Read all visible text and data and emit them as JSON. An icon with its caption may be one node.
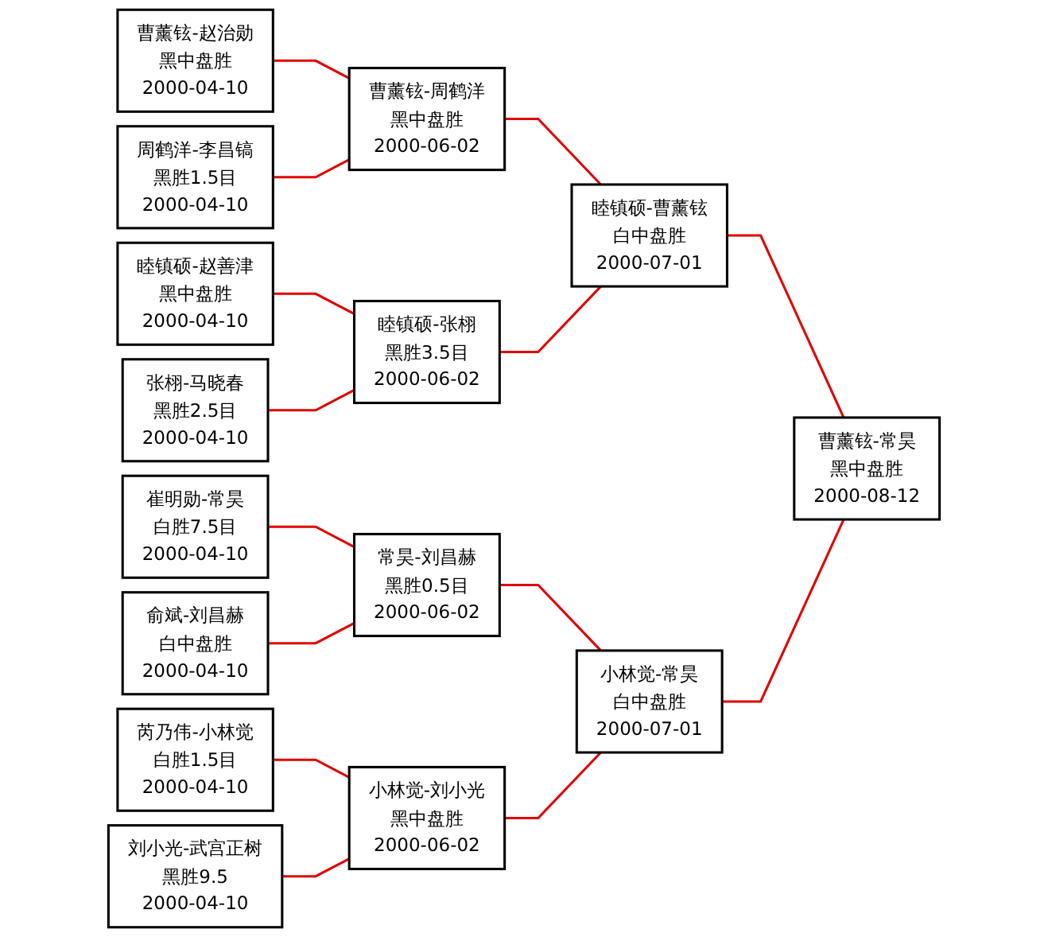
{
  "diagram": {
    "nodes": [
      {
        "text": [
          "曹薰铉-赵治勋",
          "黑中盘胜",
          "2000-04-10"
        ]
      },
      {
        "text": [
          "周鹤洋-李昌镐",
          "黑胜1.5目",
          "2000-04-10"
        ]
      },
      {
        "text": [
          "睦镇硕-赵善津",
          "黑中盘胜",
          "2000-04-10"
        ]
      },
      {
        "text": [
          "张栩-马晓春",
          "黑胜2.5目",
          "2000-04-10"
        ]
      },
      {
        "text": [
          "崔明勋-常昊",
          "白胜7.5目",
          "2000-04-10"
        ]
      },
      {
        "text": [
          "俞斌-刘昌赫",
          "白中盘胜",
          "2000-04-10"
        ]
      },
      {
        "text": [
          "芮乃伟-小林觉",
          "白胜1.5目",
          "2000-04-10"
        ]
      },
      {
        "text": [
          "刘小光-武宫正树",
          "黑胜9.5",
          "2000-04-10"
        ]
      },
      {
        "text": [
          "曹薰铉-周鹤洋",
          "黑中盘胜",
          "2000-06-02"
        ]
      },
      {
        "text": [
          "睦镇硕-张栩",
          "黑胜3.5目",
          "2000-06-02"
        ]
      },
      {
        "text": [
          "常昊-刘昌赫",
          "黑胜0.5目",
          "2000-06-02"
        ]
      },
      {
        "text": [
          "小林觉-刘小光",
          "黑中盘胜",
          "2000-06-02"
        ]
      },
      {
        "text": [
          "睦镇硕-曹薰铉",
          "白中盘胜",
          "2000-07-01"
        ]
      },
      {
        "text": [
          "小林觉-常昊",
          "白中盘胜",
          "2000-07-01"
        ]
      },
      {
        "text": [
          "曹薰铉-常昊",
          "黑中盘胜",
          "2000-08-12"
        ]
      }
    ],
    "edges": [
      {
        "from": 0,
        "to": 8,
        "arrow": "none"
      },
      {
        "from": 1,
        "to": 8,
        "arrow": "none"
      },
      {
        "from": 2,
        "to": 9,
        "arrow": "none"
      },
      {
        "from": 3,
        "to": 9,
        "arrow": "none"
      },
      {
        "from": 4,
        "to": 10,
        "arrow": "none"
      },
      {
        "from": 5,
        "to": 10,
        "arrow": "none"
      },
      {
        "from": 6,
        "to": 11,
        "arrow": "none"
      },
      {
        "from": 7,
        "to": 11,
        "arrow": "none"
      },
      {
        "from": 8,
        "to": 12,
        "arrow": "none"
      },
      {
        "from": 9,
        "to": 12,
        "arrow": "none"
      },
      {
        "from": 10,
        "to": 13,
        "arrow": "none"
      },
      {
        "from": 11,
        "to": 13,
        "arrow": "none"
      },
      {
        "from": 12,
        "to": 14,
        "arrow": "none"
      },
      {
        "from": 13,
        "to": 14,
        "arrow": "none"
      }
    ]
  }
}
